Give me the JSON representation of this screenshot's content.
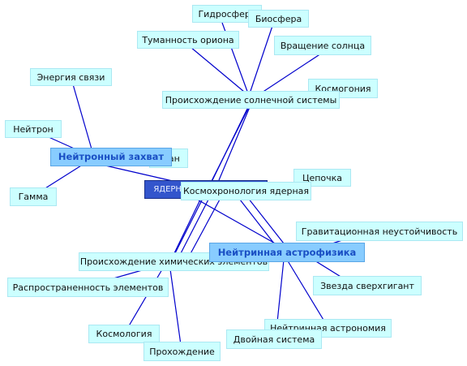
{
  "nodes": {
    "yadernaya_astrofizika": "ЯДЕРНАЯ АСТРОФИЗИКА",
    "gidrosfera": "Гидросфера",
    "biosfera": "Биосфера",
    "tumannost_oriona": "Туманность ориона",
    "vrashchenie_solntsa": "Вращение солнца",
    "energiya_svyazi": "Энергия связи",
    "kosmogoniya": "Космогония",
    "proiskhozhdenie_solnechnoy": "Происхождение солнечной системы",
    "neytron": "Нейтрон",
    "neytronnyy_zakhvat": "Нейтронный захват",
    "uran": "Уран",
    "tsepochka": "Цепочка",
    "kosmokhronologiya": "Космохронология ядерная",
    "gamma": "Гамма",
    "gravitatsionnaya": "Гравитационная неустойчивость",
    "neytrinnaya_astrofizika": "Нейтринная астрофизика",
    "proiskhozhdenie_khimicheskikh": "Происхождение химических элементов",
    "rasprostranennost": "Распространенность элементов",
    "zvezda_sverkhgigant": "Звезда сверхгигант",
    "neytrinnaya_astronomiya": "Нейтринная астрономия",
    "kosmologiya": "Космология",
    "dvoynaya_sistema": "Двойная система",
    "proxozhdenie": "Прохождение"
  }
}
